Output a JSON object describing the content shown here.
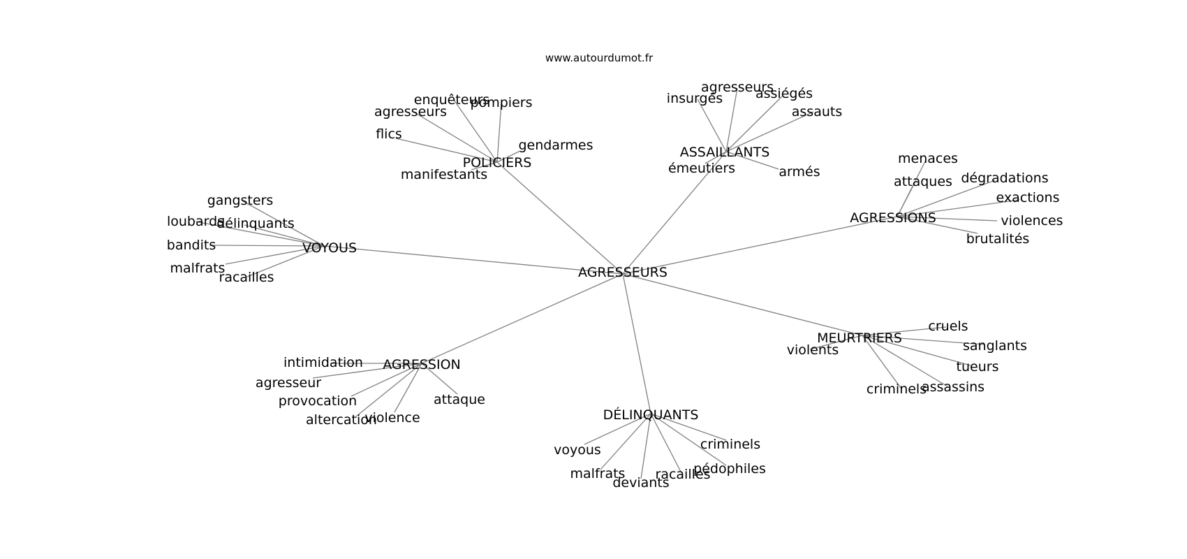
{
  "site": "www.autourdumot.fr",
  "root": "AGRESSEURS",
  "clusters": [
    {
      "hub": "POLICIERS",
      "words": [
        "agresseurs",
        "enquêteurs",
        "pompiers",
        "flics",
        "gendarmes",
        "manifestants"
      ]
    },
    {
      "hub": "ASSAILLANTS",
      "words": [
        "agresseurs",
        "insurgés",
        "assiégés",
        "assauts",
        "émeutiers",
        "armés"
      ]
    },
    {
      "hub": "AGRESSIONS",
      "words": [
        "menaces",
        "attaques",
        "dégradations",
        "exactions",
        "violences",
        "brutalités"
      ]
    },
    {
      "hub": "VOYOUS",
      "words": [
        "gangsters",
        "loubards",
        "délinquants",
        "bandits",
        "malfrats",
        "racailles"
      ]
    },
    {
      "hub": "MEURTRIERS",
      "words": [
        "cruels",
        "sanglants",
        "violents",
        "tueurs",
        "criminels",
        "assassins"
      ]
    },
    {
      "hub": "AGRESSION",
      "words": [
        "intimidation",
        "agresseur",
        "provocation",
        "altercation",
        "violence",
        "attaque"
      ]
    },
    {
      "hub": "DÉLINQUANTS",
      "words": [
        "voyous",
        "criminels",
        "pédophiles",
        "malfrats",
        "racailles",
        "deviants"
      ]
    }
  ]
}
